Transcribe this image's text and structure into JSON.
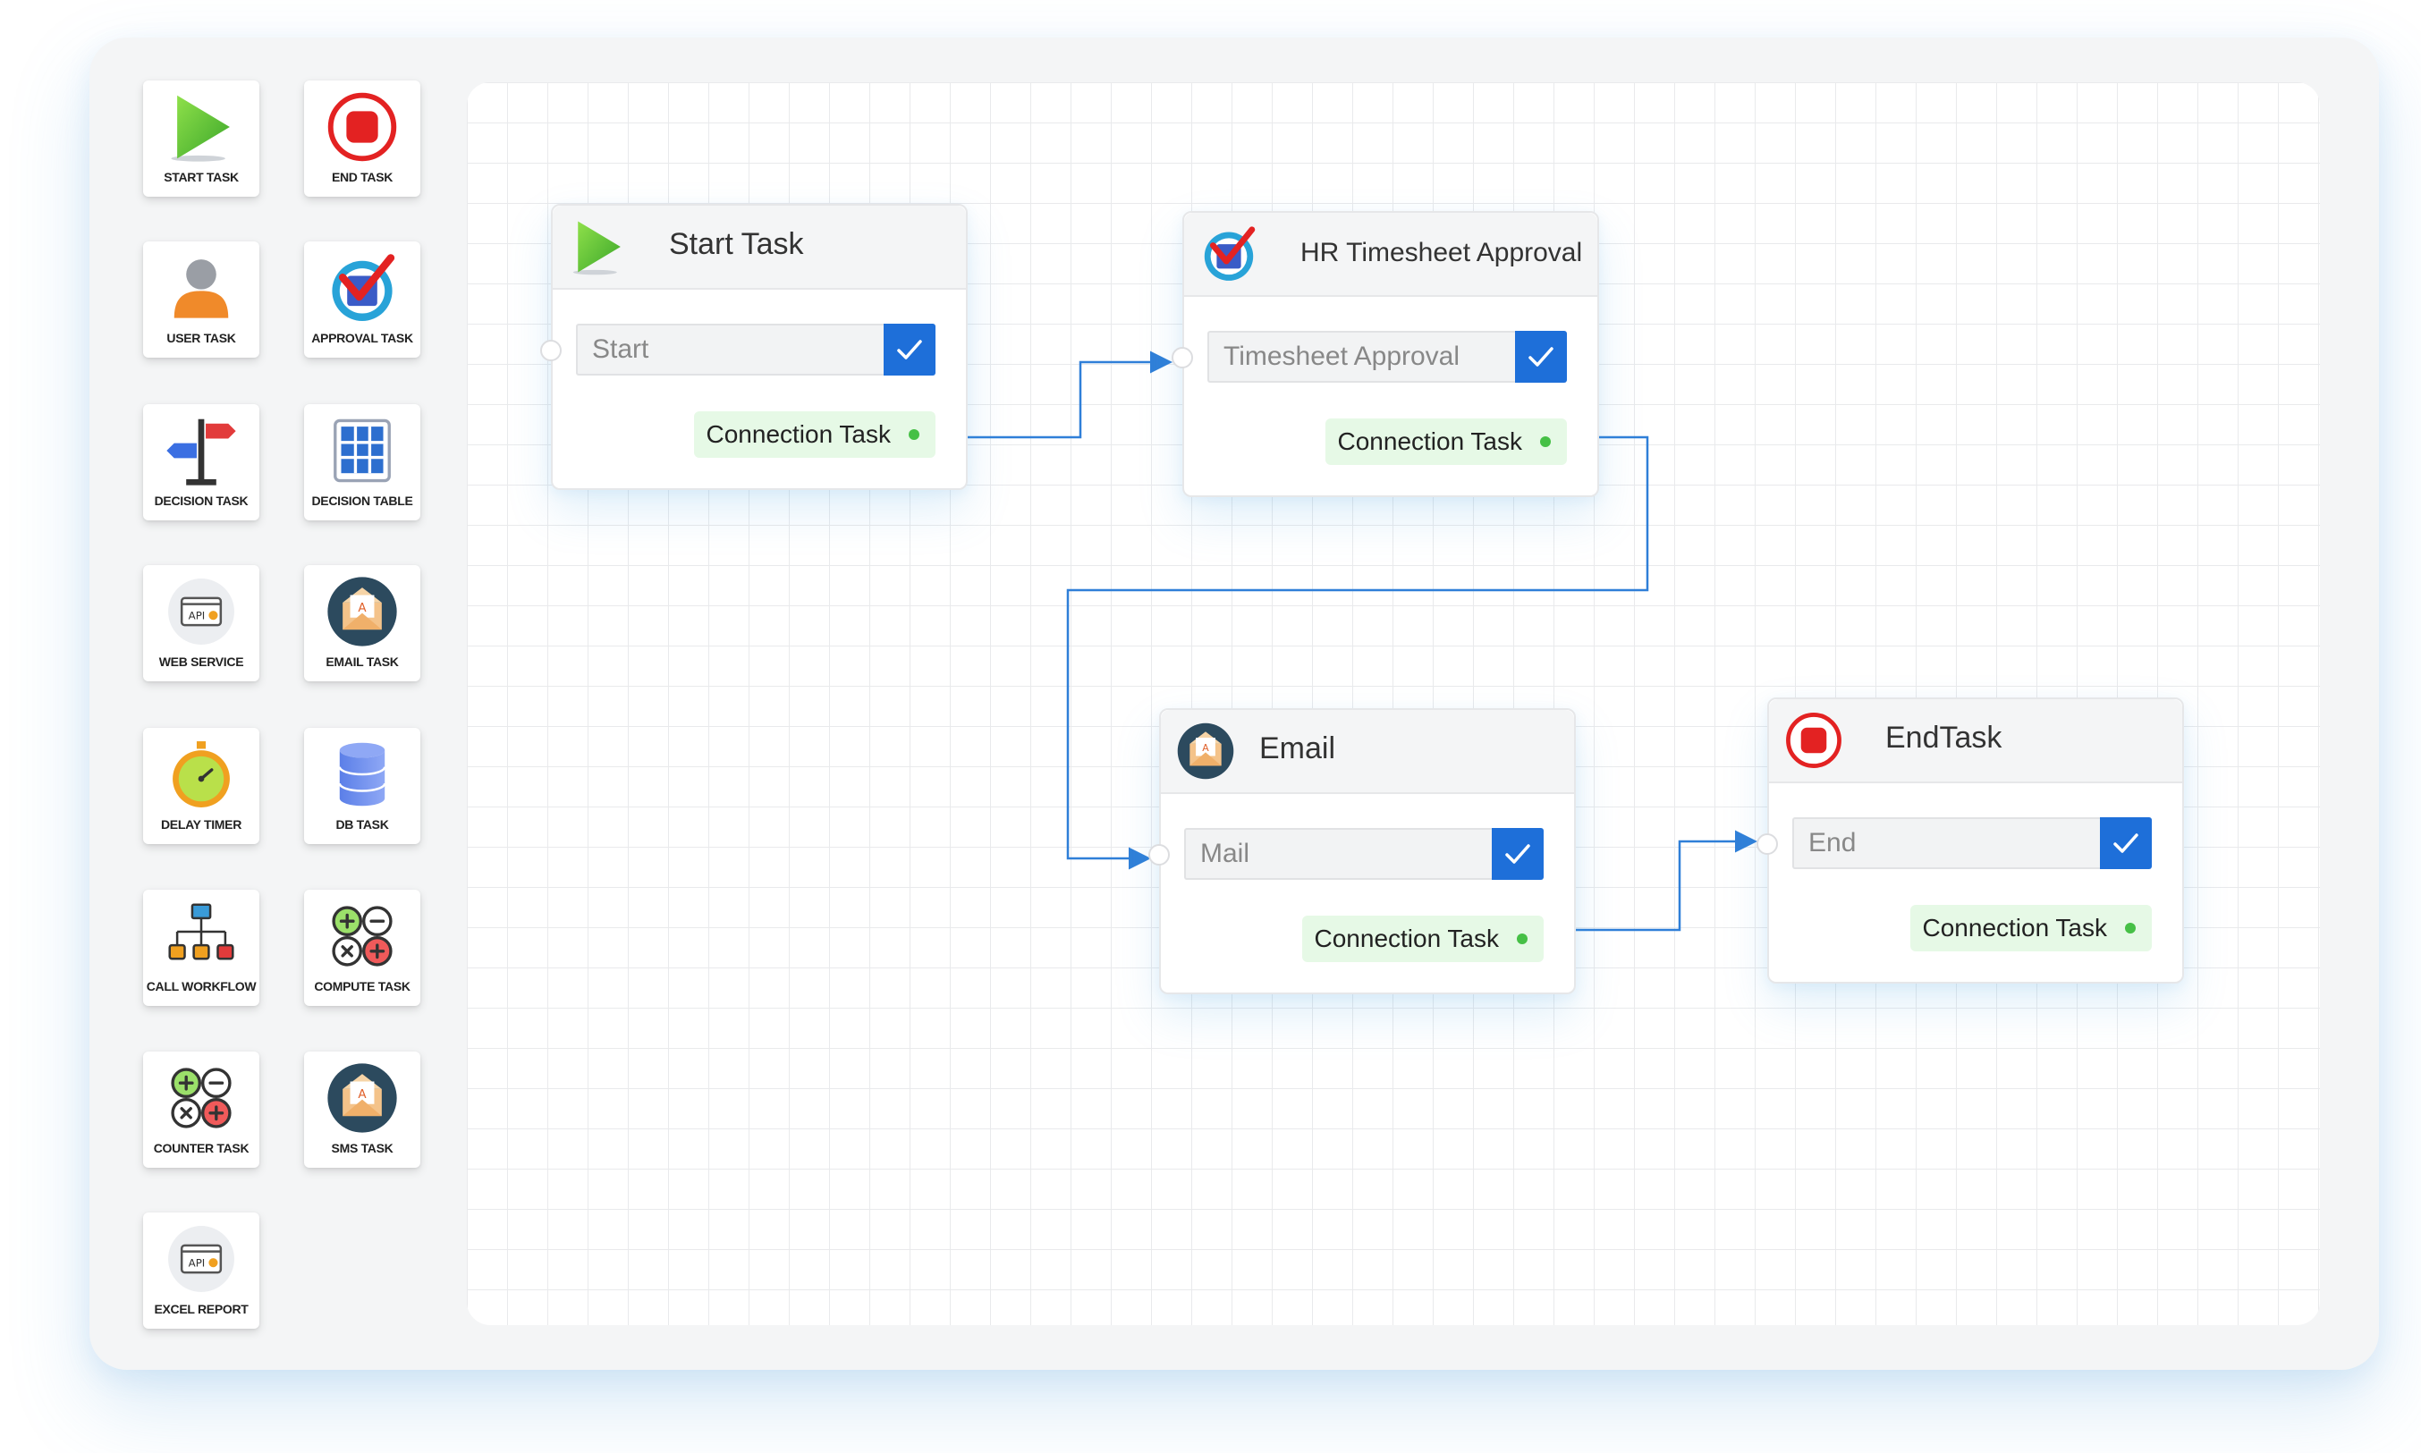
{
  "palette": {
    "items": [
      {
        "label": "START TASK",
        "icon": "play-icon"
      },
      {
        "label": "END TASK",
        "icon": "stop-icon"
      },
      {
        "label": "USER TASK",
        "icon": "user-icon"
      },
      {
        "label": "APPROVAL TASK",
        "icon": "approval-check-icon"
      },
      {
        "label": "DECISION TASK",
        "icon": "signpost-icon"
      },
      {
        "label": "DECISION TABLE",
        "icon": "table-icon"
      },
      {
        "label": "WEB SERVICE",
        "icon": "api-window-icon"
      },
      {
        "label": "EMAIL TASK",
        "icon": "envelope-icon"
      },
      {
        "label": "DELAY TIMER",
        "icon": "stopwatch-icon"
      },
      {
        "label": "DB TASK",
        "icon": "database-icon"
      },
      {
        "label": "CALL WORKFLOW",
        "icon": "workflow-tree-icon"
      },
      {
        "label": "COMPUTE TASK",
        "icon": "calculator-operators-icon"
      },
      {
        "label": "COUNTER TASK",
        "icon": "calculator-operators-icon"
      },
      {
        "label": "SMS TASK",
        "icon": "envelope-icon"
      },
      {
        "label": "EXCEL REPORT",
        "icon": "api-window-icon"
      }
    ]
  },
  "nodes": [
    {
      "title": "Start Task",
      "icon": "play-icon",
      "input_value": "Start",
      "connection_label": "Connection Task"
    },
    {
      "title": "HR Timesheet Approval",
      "icon": "approval-check-icon",
      "input_value": "Timesheet Approval",
      "connection_label": "Connection Task"
    },
    {
      "title": "Email",
      "icon": "envelope-icon",
      "input_value": "Mail",
      "connection_label": "Connection Task"
    },
    {
      "title": "EndTask",
      "icon": "stop-icon",
      "input_value": "End",
      "connection_label": "Connection Task"
    }
  ],
  "colors": {
    "accent_blue": "#1e6fd9",
    "connection_pill": "#e6f9e6",
    "connection_dot": "#46c046",
    "wire": "#2f7fd8"
  }
}
